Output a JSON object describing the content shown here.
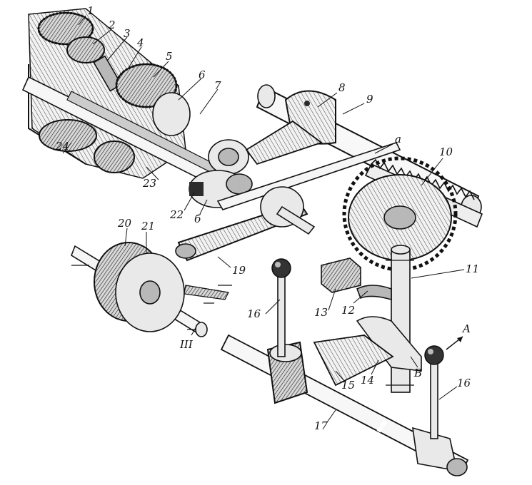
{
  "labels": {
    "l1": "1",
    "l2": "2",
    "l3": "3",
    "l4": "4",
    "l5": "5",
    "l6": "6",
    "l7": "7",
    "l8": "8",
    "l9": "9",
    "l10": "10",
    "l11": "11",
    "l12": "12",
    "l13": "13",
    "l14": "14",
    "l15": "15",
    "l16a": "16",
    "l16b": "16",
    "l17": "17",
    "l19": "19",
    "l20": "20",
    "l21": "21",
    "l22": "22",
    "l23": "23",
    "l24": "24",
    "la": "a",
    "lb": "б",
    "lB": "B",
    "lA": "A",
    "lIII": "III"
  },
  "colors": {
    "ink": "#111111",
    "shade": "#6a6a6a",
    "paper": "#ffffff"
  }
}
